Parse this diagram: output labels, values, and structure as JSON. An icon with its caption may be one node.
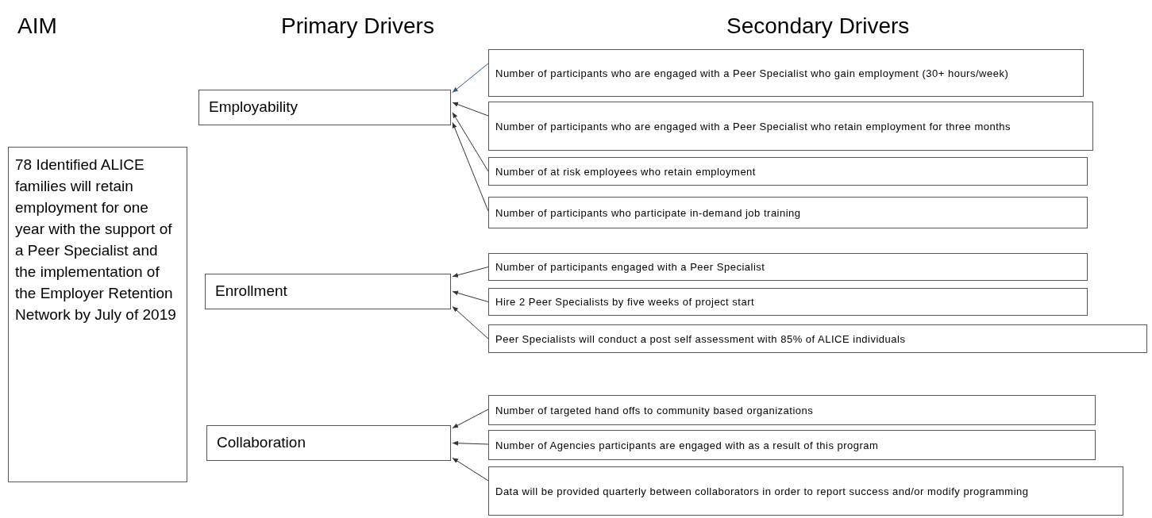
{
  "diagram": {
    "nodes": [
      {
        "text": [
          "78 Identified ALICE families will retain employment for one year with the support of a Peer Specialist and the implementation of the Employer Retention Network by July of 2019"
        ]
      },
      {
        "text": [
          "Employability"
        ]
      },
      {
        "text": [
          "Enrollment"
        ]
      },
      {
        "text": [
          "Collaboration"
        ]
      },
      {
        "text": [
          "Number of participants who are engaged with a Peer Specialist who gain employment (30+ hours/week)"
        ]
      },
      {
        "text": [
          "Number of participants who are engaged with a Peer Specialist who retain employment for three months"
        ]
      },
      {
        "text": [
          "Number of at risk employees who retain employment"
        ]
      },
      {
        "text": [
          "Number of participants who participate in-demand job training"
        ]
      },
      {
        "text": [
          "Number of participants engaged with a Peer Specialist"
        ]
      },
      {
        "text": [
          "Hire 2 Peer Specialists by five weeks of project start"
        ]
      },
      {
        "text": [
          "Peer Specialists will conduct a post self assessment with 85% of ALICE individuals"
        ]
      },
      {
        "text": [
          "Number of targeted hand offs to community based organizations"
        ]
      },
      {
        "text": [
          "Number of Agencies participants are engaged with as a result of this program"
        ]
      },
      {
        "text": [
          "Data will be provided quarterly between collaborators in order to report success and/or modify programming"
        ]
      }
    ],
    "edges": [
      {
        "from": 4,
        "to": 1,
        "arrow": "to",
        "color": "#2f5597"
      },
      {
        "from": 5,
        "to": 1,
        "arrow": "to"
      },
      {
        "from": 6,
        "to": 1,
        "arrow": "to"
      },
      {
        "from": 7,
        "to": 1,
        "arrow": "to"
      },
      {
        "from": 8,
        "to": 2,
        "arrow": "to"
      },
      {
        "from": 9,
        "to": 2,
        "arrow": "to"
      },
      {
        "from": 10,
        "to": 2,
        "arrow": "to"
      },
      {
        "from": 11,
        "to": 3,
        "arrow": "to"
      },
      {
        "from": 12,
        "to": 3,
        "arrow": "to"
      },
      {
        "from": 13,
        "to": 3,
        "arrow": "to"
      }
    ],
    "labels": [
      "AIM",
      "Primary Drivers",
      "Secondary Drivers"
    ]
  }
}
